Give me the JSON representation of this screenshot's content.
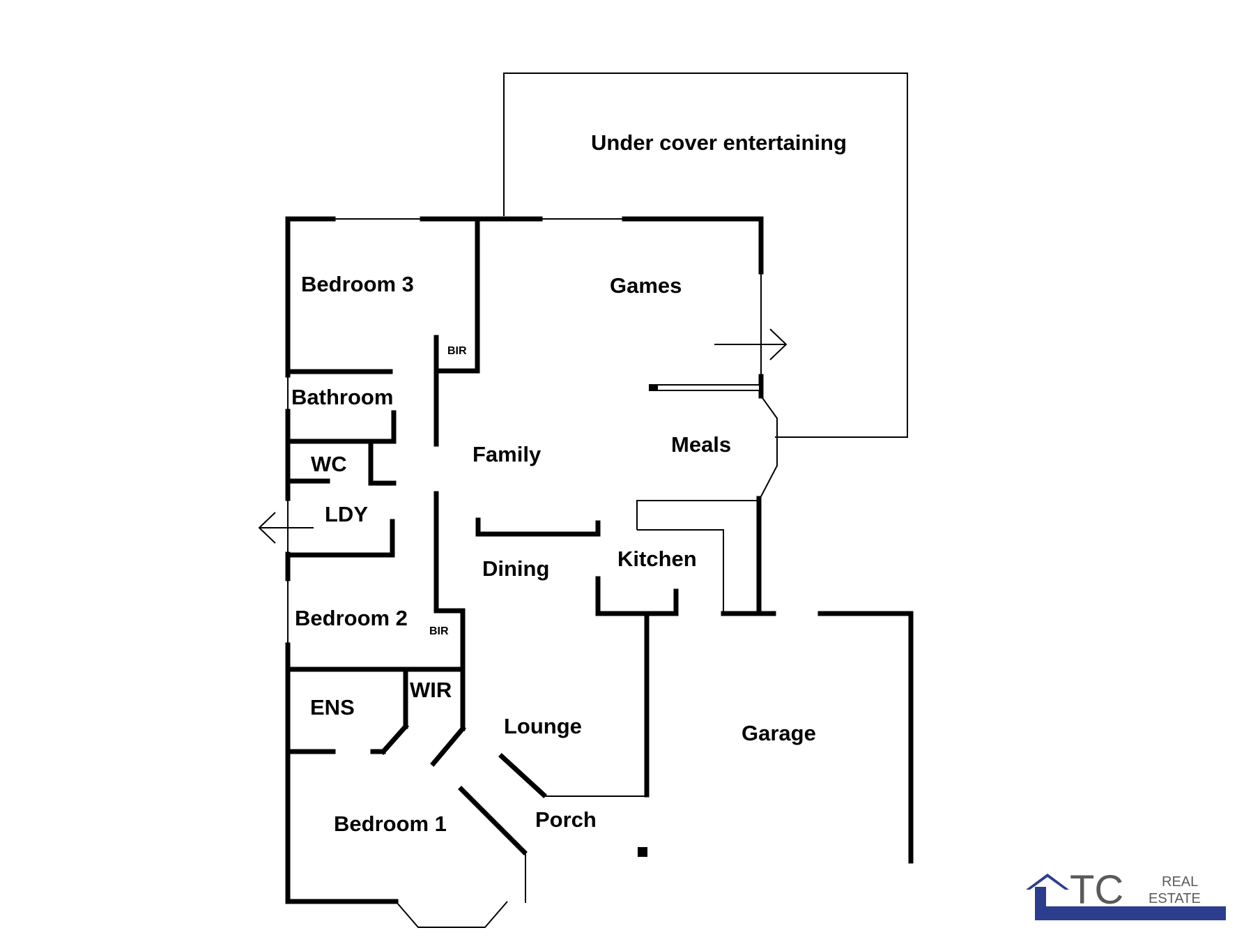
{
  "rooms": {
    "under_cover": "Under cover entertaining",
    "bedroom3": "Bedroom 3",
    "games": "Games",
    "bir_top": "BIR",
    "bathroom": "Bathroom",
    "family": "Family",
    "meals": "Meals",
    "wc": "WC",
    "ldy": "LDY",
    "dining": "Dining",
    "kitchen": "Kitchen",
    "bedroom2": "Bedroom 2",
    "bir_bottom": "BIR",
    "wir": "WIR",
    "ens": "ENS",
    "lounge": "Lounge",
    "garage": "Garage",
    "bedroom1": "Bedroom 1",
    "porch": "Porch"
  },
  "logo": {
    "initials": "TC",
    "word1": "REAL",
    "word2": "ESTATE",
    "brand_color": "#2d3d8e"
  }
}
